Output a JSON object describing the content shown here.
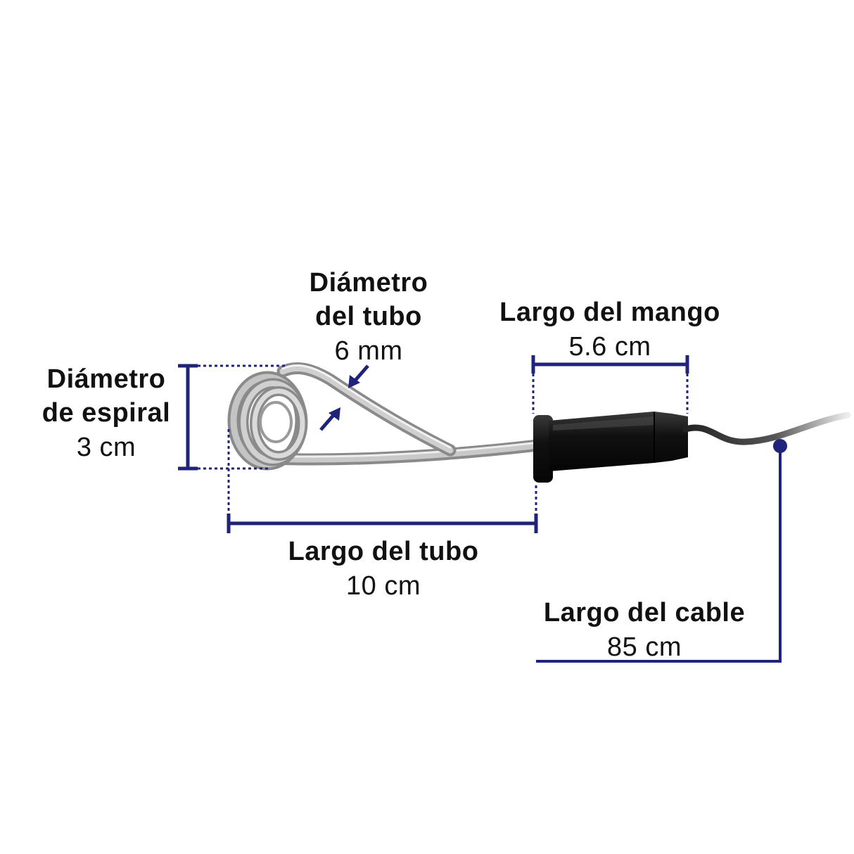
{
  "accent_color": "#1f237a",
  "product": {
    "name": "immersion-heater",
    "parts": [
      "coil-tube",
      "handle",
      "cable"
    ]
  },
  "labels": {
    "spiral": {
      "line1": "Diámetro",
      "line2": "de espiral",
      "value": "3 cm"
    },
    "tube_diameter": {
      "line1": "Diámetro",
      "line2": "del tubo",
      "value": "6 mm"
    },
    "handle": {
      "title": "Largo del mango",
      "value": "5.6 cm"
    },
    "tube_length": {
      "title": "Largo del tubo",
      "value": "10 cm"
    },
    "cable": {
      "title": "Largo del cable",
      "value": "85 cm"
    }
  }
}
